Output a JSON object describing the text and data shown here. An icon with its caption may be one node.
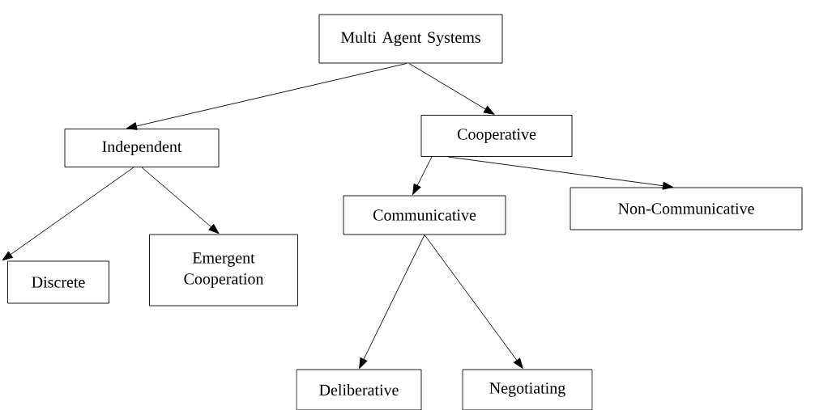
{
  "diagram": {
    "nodes": [
      {
        "text": [
          "Multi Agent Systems"
        ]
      },
      {
        "text": [
          "Independent"
        ]
      },
      {
        "text": [
          "Cooperative"
        ]
      },
      {
        "text": [
          "Communicative"
        ]
      },
      {
        "text": [
          "Non-Communicative"
        ]
      },
      {
        "text": [
          "Discrete"
        ]
      },
      {
        "text": [
          "Emergent Cooperation"
        ]
      },
      {
        "text": [
          "Deliberative"
        ]
      },
      {
        "text": [
          "Negotiating"
        ]
      }
    ],
    "edges": [
      {
        "from": 0,
        "to": 1,
        "arrow": "to"
      },
      {
        "from": 0,
        "to": 2,
        "arrow": "to"
      },
      {
        "from": 1,
        "to": 5,
        "arrow": "to"
      },
      {
        "from": 1,
        "to": 6,
        "arrow": "to"
      },
      {
        "from": 2,
        "to": 3,
        "arrow": "to"
      },
      {
        "from": 2,
        "to": 4,
        "arrow": "to"
      },
      {
        "from": 3,
        "to": 7,
        "arrow": "to"
      },
      {
        "from": 3,
        "to": 8,
        "arrow": "to"
      }
    ]
  }
}
